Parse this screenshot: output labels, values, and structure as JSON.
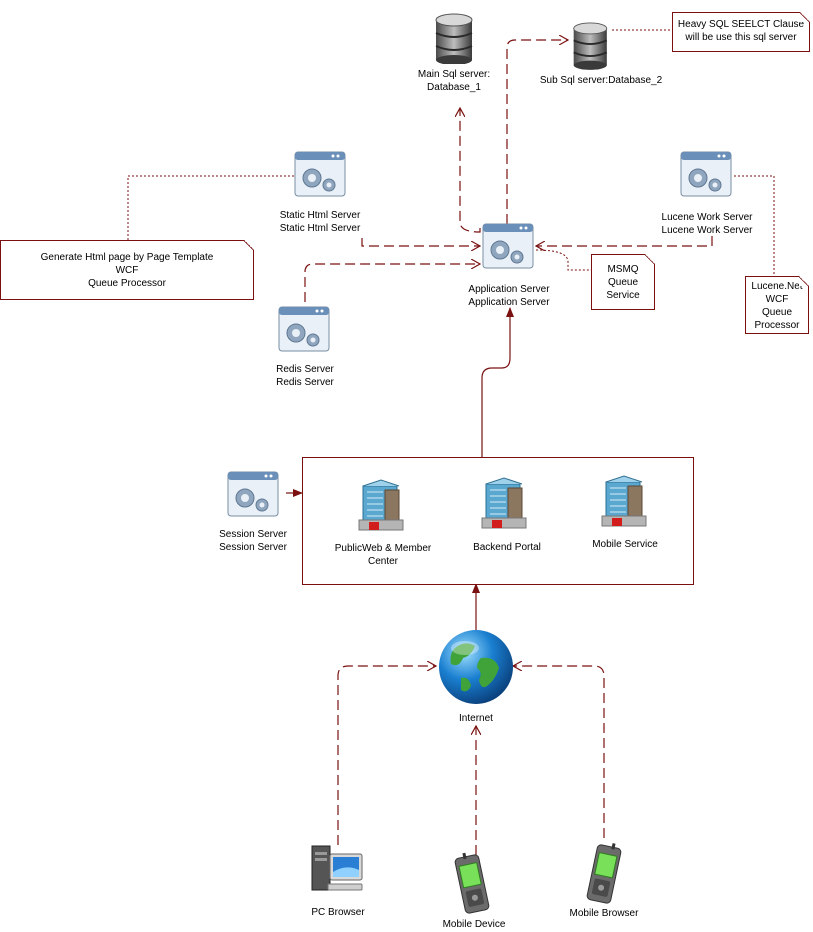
{
  "colors": {
    "line": "#7a1010",
    "arrow": "#7a1010"
  },
  "nodes": {
    "main_sql": {
      "label": "Main Sql server:\nDatabase_1",
      "icon": "database-icon"
    },
    "sub_sql": {
      "label": "Sub Sql server:Database_2",
      "icon": "database-icon"
    },
    "static_html": {
      "label": "Static Html Server\nStatic Html Server",
      "icon": "server-window-icon"
    },
    "lucene": {
      "label": "Lucene Work Server\nLucene Work Server",
      "icon": "server-window-icon"
    },
    "app_server": {
      "label": "Application Server\nApplication Server",
      "icon": "server-window-icon"
    },
    "redis": {
      "label": "Redis Server\nRedis Server",
      "icon": "server-window-icon"
    },
    "session": {
      "label": "Session Server\nSession Server",
      "icon": "server-window-icon"
    },
    "publicweb": {
      "label": "PublicWeb & Member\nCenter",
      "icon": "building-icon"
    },
    "backend": {
      "label": "Backend Portal",
      "icon": "building-icon"
    },
    "mobile_service": {
      "label": "Mobile Service",
      "icon": "building-icon"
    },
    "internet": {
      "label": "Internet",
      "icon": "globe-icon"
    },
    "pc_browser": {
      "label": "PC Browser",
      "icon": "desktop-pc-icon"
    },
    "mobile_device": {
      "label": "Mobile Device",
      "icon": "pda-icon"
    },
    "mobile_browser": {
      "label": "Mobile Browser",
      "icon": "pda-icon"
    }
  },
  "notes": {
    "heavy_sql": "Heavy SQL SEELCT Clause\nwill be use this sql server",
    "generate_html": "Generate Html page by Page Template\nWCF\nQueue Processor",
    "msmq": "MSMQ\nQueue\nService",
    "lucene_net": "Lucene.Net\nWCF\nQueue\nProcessor"
  }
}
